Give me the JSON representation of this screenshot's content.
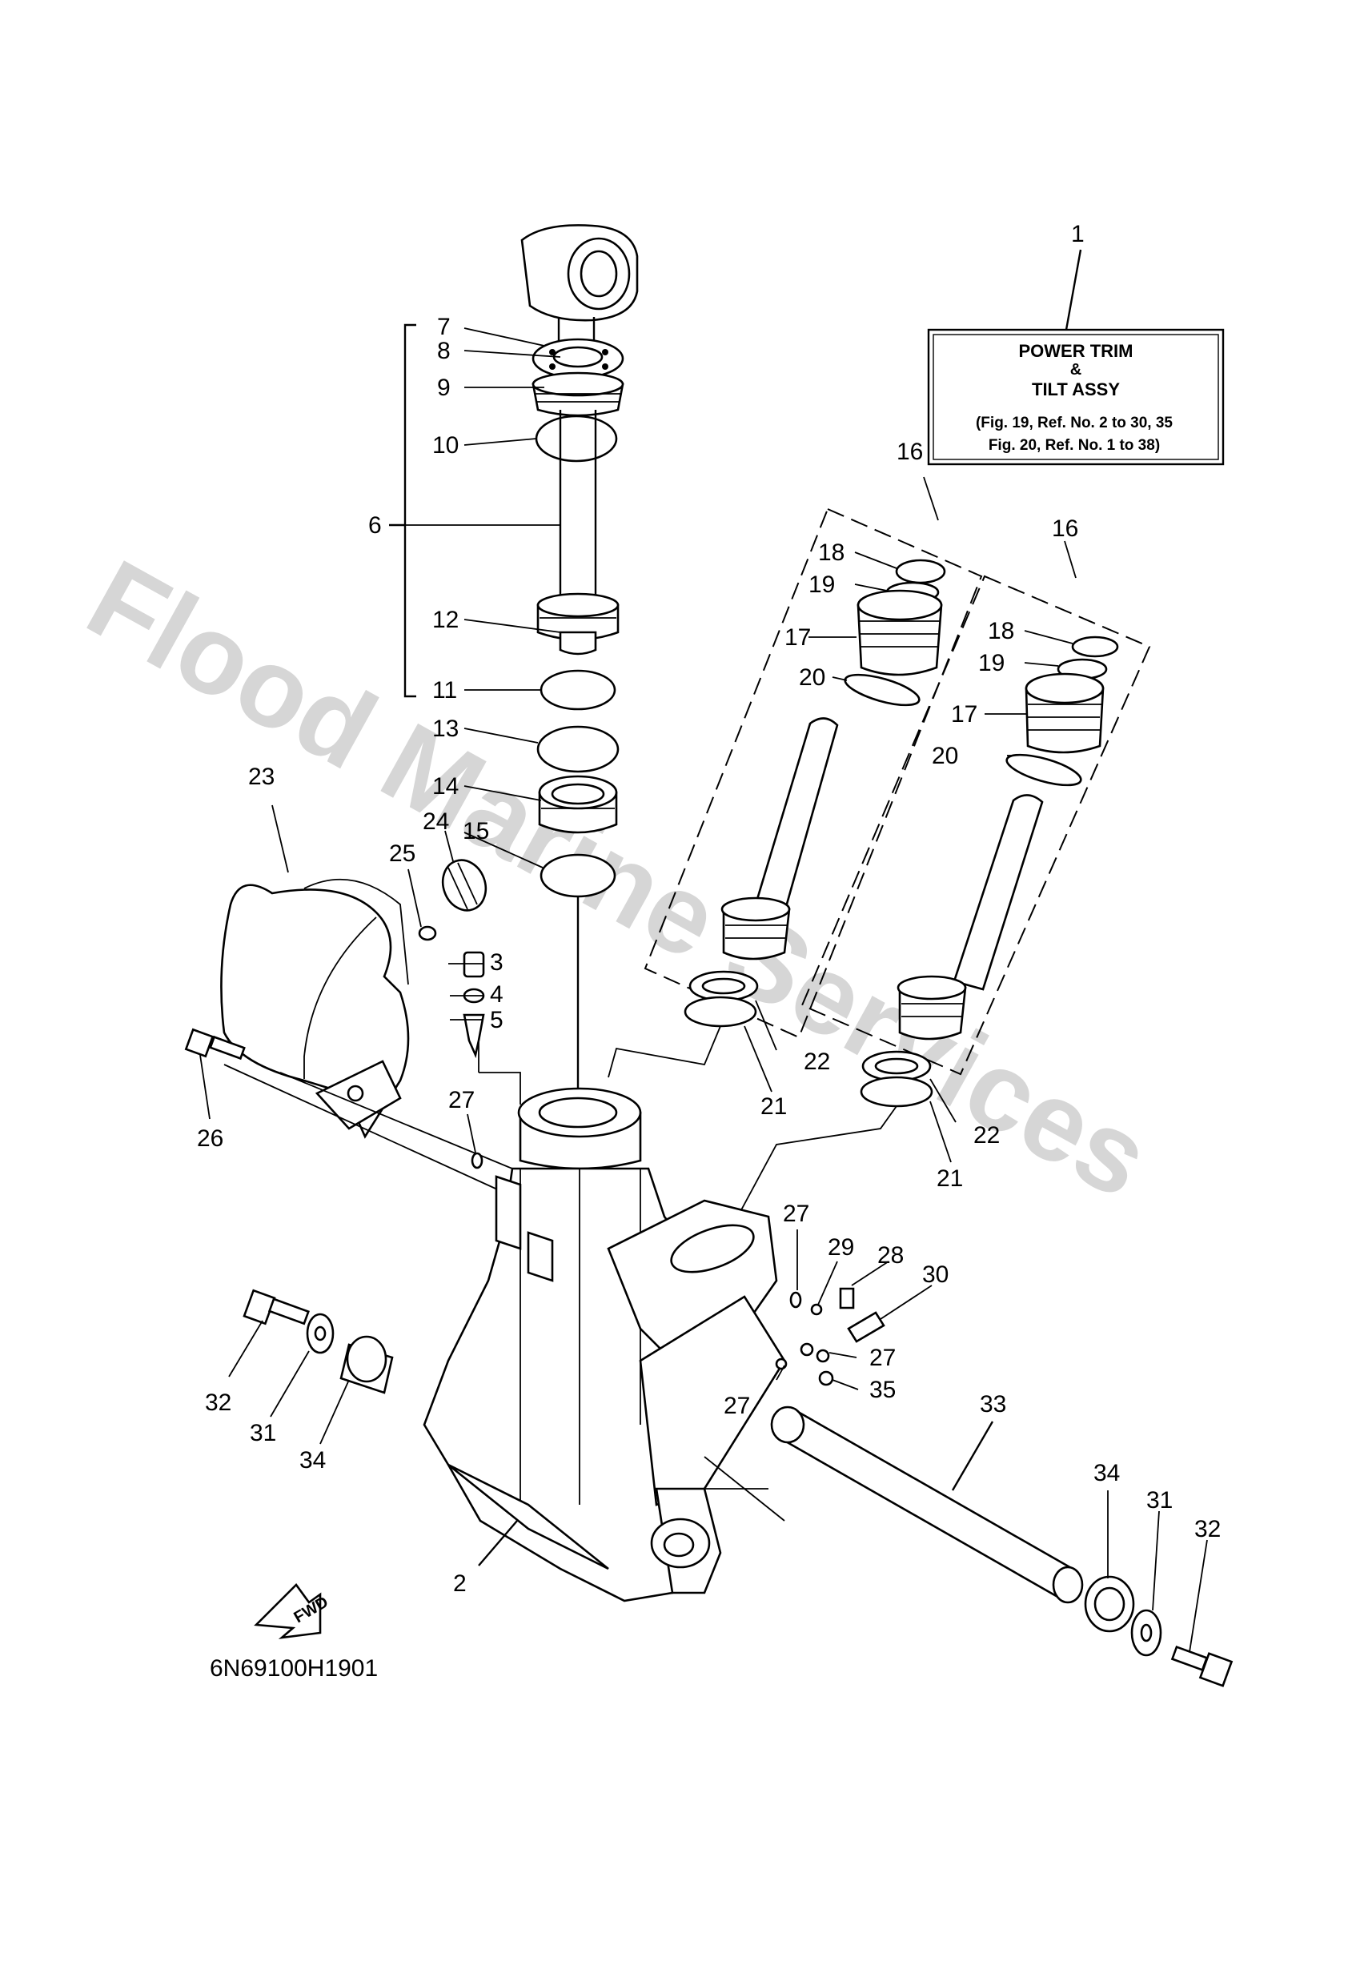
{
  "watermark": "Flood Marine Services",
  "drawing_code": "6N69100H1901",
  "fwd_label": "FWD",
  "assembly_box": {
    "line1": "POWER TRIM",
    "line2": "&",
    "line3": "TILT ASSY",
    "line4": "(Fig. 19, Ref. No. 2 to 30, 35",
    "line5": "Fig. 20, Ref. No. 1 to 38)"
  },
  "callouts": {
    "c1": "1",
    "c2": "2",
    "c3": "3",
    "c4": "4",
    "c5": "5",
    "c6": "6",
    "c7": "7",
    "c8": "8",
    "c9": "9",
    "c10": "10",
    "c11": "11",
    "c12": "12",
    "c13": "13",
    "c14": "14",
    "c15": "15",
    "c16a": "16",
    "c16b": "16",
    "c17a": "17",
    "c17b": "17",
    "c18a": "18",
    "c18b": "18",
    "c19a": "19",
    "c19b": "19",
    "c20a": "20",
    "c20b": "20",
    "c21a": "21",
    "c21b": "21",
    "c22a": "22",
    "c22b": "22",
    "c23": "23",
    "c24": "24",
    "c25": "25",
    "c26": "26",
    "c27a": "27",
    "c27b": "27",
    "c27c": "27",
    "c27d": "27",
    "c28": "28",
    "c29": "29",
    "c30": "30",
    "c31a": "31",
    "c31b": "31",
    "c32a": "32",
    "c32b": "32",
    "c33": "33",
    "c34a": "34",
    "c34b": "34",
    "c35": "35"
  }
}
